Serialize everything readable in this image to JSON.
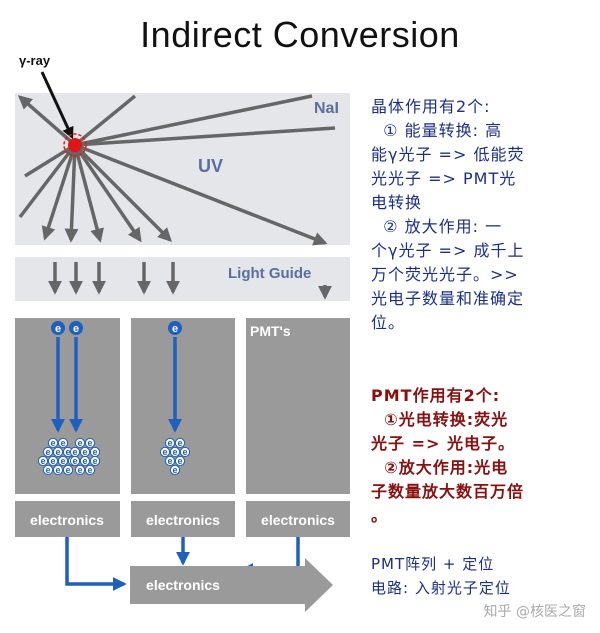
{
  "title": "Indirect Conversion",
  "diagram": {
    "gamma_label": "γ-ray",
    "crystal_label": "NaI",
    "uv_label": "UV",
    "light_guide_label": "Light Guide",
    "pmt_label": "PMT's",
    "electron_symbol": "e",
    "electronics_label": "electronics",
    "combined_electronics_label": "electronics"
  },
  "side_notes": {
    "crystal_lines": [
      "晶体作用有2个:",
      "  ① 能量转换: 高",
      "能γ光子 => 低能荧",
      "光光子 => PMT光",
      "电转换",
      "  ② 放大作用: 一",
      "个γ光子 => 成千上",
      "万个荧光光子。>>",
      "光电子数量和准确定",
      "位。"
    ],
    "pmt_lines": [
      "PMT作用有2个:",
      "  ①光电转换:荧光",
      "光子 => 光电子。",
      "  ②放大作用:光电",
      "子数量放大数百万倍",
      "。"
    ],
    "array_lines": [
      "PMT阵列 + 定位",
      "电路: 入射光子定位"
    ]
  },
  "watermark": "知乎 @核医之窗",
  "colors": {
    "panel_gray": "#e4e6ea",
    "box_gray": "#9a9a9a",
    "arrow_gray": "#666666",
    "blue": "#1f5fc0",
    "red": "#e01515"
  }
}
